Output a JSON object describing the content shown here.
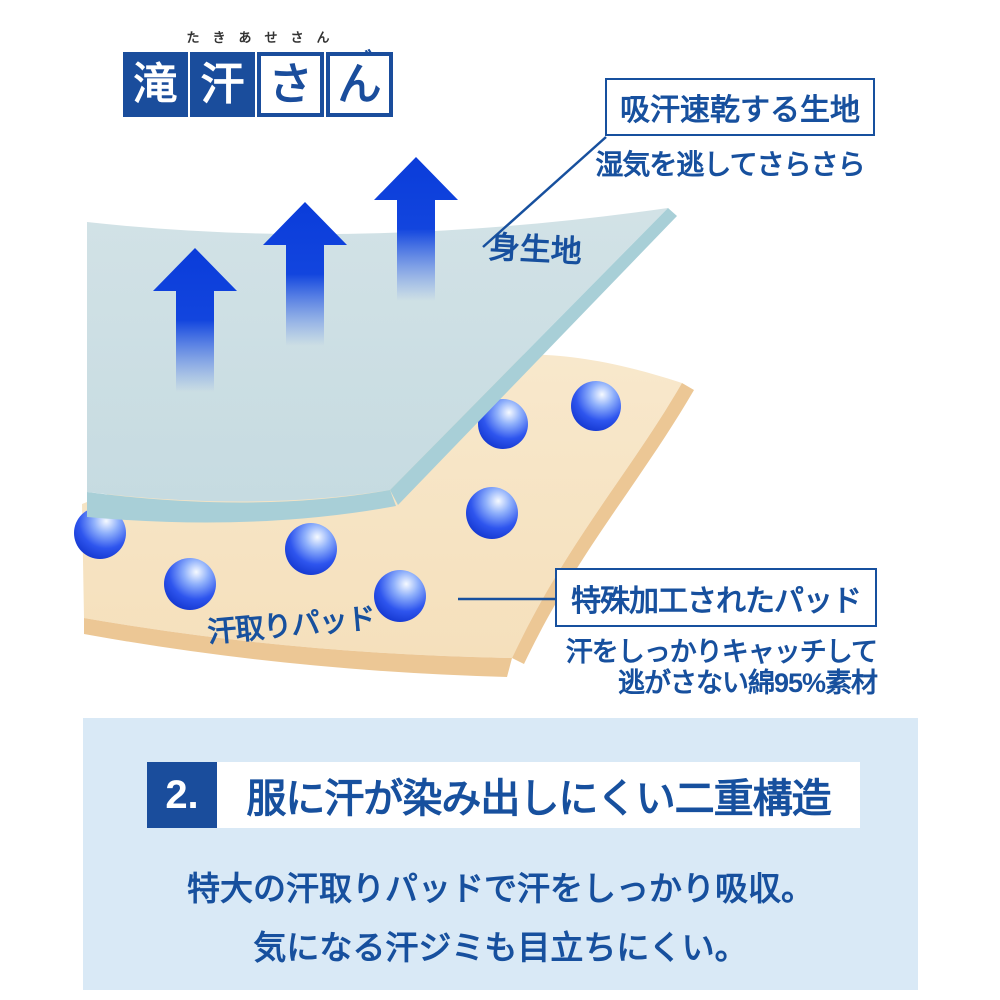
{
  "colors": {
    "navy": "#1a4d9c",
    "text-blue": "#17509e",
    "panel-bg": "#d9e9f6",
    "furigana": "#333333",
    "arrow-blue": "#0a3ce0",
    "sweat-bead-blue": "#2e55ee",
    "outer-fabric": "#cde0e5",
    "outer-fabric-edge": "#a8cfd7",
    "pad-fabric": "#f7e4c4",
    "pad-fabric-edge": "#ecc795"
  },
  "logo": {
    "furigana": "たきあせさん",
    "cells": [
      {
        "char": "滝"
      },
      {
        "char": "汗"
      },
      {
        "char": "さ"
      },
      {
        "char": "ん",
        "accent": "゛"
      }
    ]
  },
  "callout_fabric": {
    "title": "吸汗速乾する生地",
    "subtitle": "湿気を逃してさらさら"
  },
  "diagram_labels": {
    "outer_fabric": "身生地",
    "pad": "汗取りパッド"
  },
  "callout_pad": {
    "title": "特殊加工されたパッド",
    "desc_line1": "汗をしっかりキャッチして",
    "desc_line2": "逃がさない綿95%素材"
  },
  "feature_section": {
    "number": "2.",
    "headline": "服に汗が染み出しにくい二重構造",
    "body_line1": "特大の汗取りパッドで汗をしっかり吸収。",
    "body_line2": "気になる汗ジミも目立ちにくい。"
  }
}
